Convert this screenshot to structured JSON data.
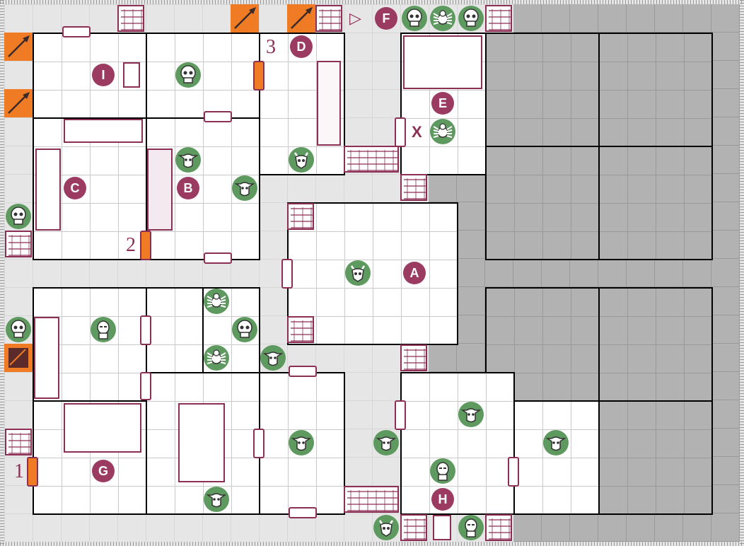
{
  "room_labels": [
    "A",
    "B",
    "C",
    "D",
    "E",
    "F",
    "G",
    "H",
    "I"
  ],
  "numbers": [
    "1",
    "2",
    "3"
  ],
  "x_mark": "X",
  "start_arrow": "▷",
  "colors": {
    "label_fill": "#9b3b62",
    "token_fill": "#5e9a60",
    "rubble_stroke": "#8c2f55",
    "trap_orange": "#ef7b24",
    "corridor": "#e6e6e6",
    "room_floor": "#ffffff",
    "unexplored": "#b2b2b2"
  },
  "icon_names": {
    "token_skull": "skull-icon",
    "token_spider": "spider-icon",
    "token_goblin": "goblin-icon",
    "token_demon": "demon-icon",
    "token_zombie": "zombie-icon",
    "rubble": "rubble-block-icon",
    "door": "door-icon",
    "trap": "spear-trap-icon",
    "stairs": "stairs-icon"
  }
}
